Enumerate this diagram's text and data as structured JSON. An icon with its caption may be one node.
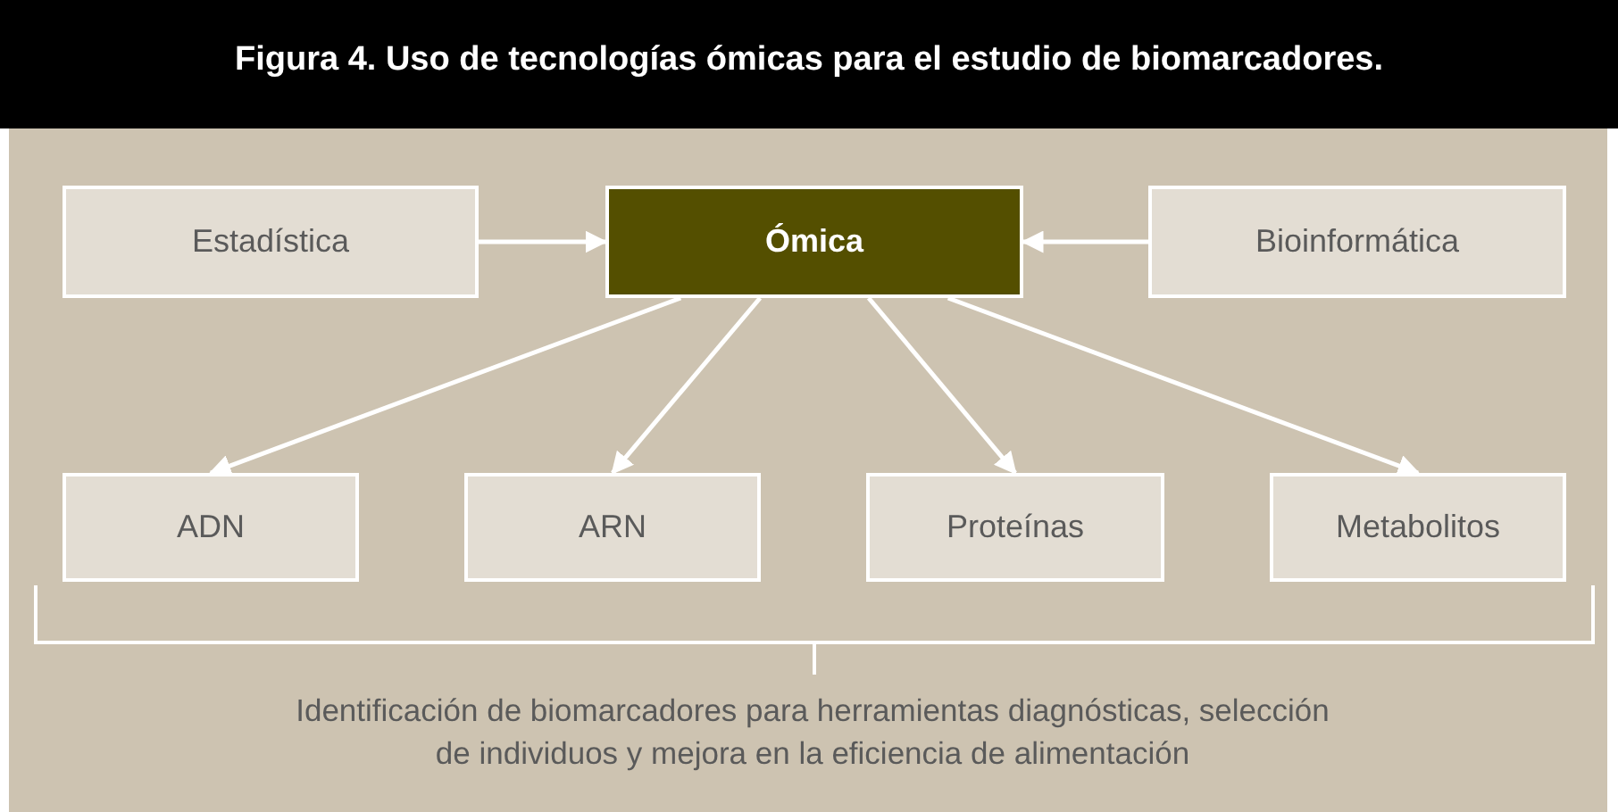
{
  "diagram": {
    "title": "Figura 4. Uso de tecnologías ómicas para el estudio de biomarcadores.",
    "nodes": [
      {
        "text": [
          "Estadística"
        ]
      },
      {
        "text": [
          "Ómica"
        ]
      },
      {
        "text": [
          "Bioinformática"
        ]
      },
      {
        "text": [
          "ADN"
        ]
      },
      {
        "text": [
          "ARN"
        ]
      },
      {
        "text": [
          "Proteínas"
        ]
      },
      {
        "text": [
          "Metabolitos"
        ]
      }
    ],
    "edges": [
      {
        "from": 0,
        "to": 1,
        "arrow": "to"
      },
      {
        "from": 2,
        "to": 1,
        "arrow": "to"
      },
      {
        "from": 1,
        "to": 3,
        "arrow": "to"
      },
      {
        "from": 1,
        "to": 4,
        "arrow": "to"
      },
      {
        "from": 1,
        "to": 5,
        "arrow": "to"
      },
      {
        "from": 1,
        "to": 6,
        "arrow": "to"
      }
    ],
    "labels": [
      "Identificación de biomarcadores para herramientas diagnósticas, selección de individuos y mejora en la eficiencia de alimentación"
    ]
  }
}
